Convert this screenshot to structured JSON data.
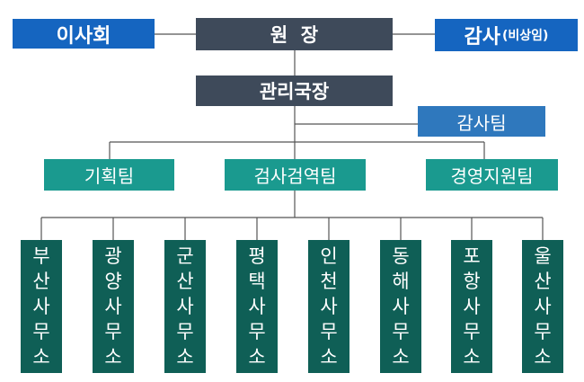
{
  "board": "이사회",
  "director": "원  장",
  "auditor": {
    "main": "감사",
    "note": "(비상임)"
  },
  "general_manager": "관리국장",
  "audit_team": "감사팀",
  "teams": [
    "기획팀",
    "검사검역팀",
    "경영지원팀"
  ],
  "offices": [
    [
      "부",
      "산",
      "사",
      "무",
      "소"
    ],
    [
      "광",
      "양",
      "사",
      "무",
      "소"
    ],
    [
      "군",
      "산",
      "사",
      "무",
      "소"
    ],
    [
      "평",
      "택",
      "사",
      "무",
      "소"
    ],
    [
      "인",
      "천",
      "사",
      "무",
      "소"
    ],
    [
      "동",
      "해",
      "사",
      "무",
      "소"
    ],
    [
      "포",
      "항",
      "사",
      "무",
      "소"
    ],
    [
      "울",
      "산",
      "사",
      "무",
      "소"
    ]
  ],
  "colors": {
    "blue": "#1565c0",
    "slate": "#3e4a5a",
    "teal": "#1a9a8f",
    "audit_blue": "#2f78bd",
    "office_green": "#0f5f56",
    "connector": "#555555"
  }
}
